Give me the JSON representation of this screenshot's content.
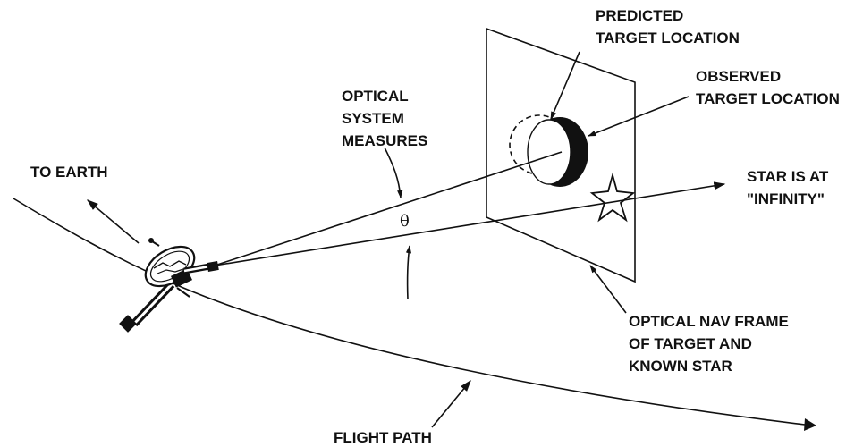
{
  "labels": {
    "predicted": [
      "PREDICTED",
      "TARGET LOCATION"
    ],
    "observed": [
      "OBSERVED",
      "TARGET LOCATION"
    ],
    "optical_system": [
      "OPTICAL",
      "SYSTEM",
      "MEASURES"
    ],
    "to_earth": "TO EARTH",
    "star": [
      "STAR IS AT",
      "\"INFINITY\""
    ],
    "theta": "θ",
    "nav_frame": [
      "OPTICAL NAV FRAME",
      "OF TARGET AND",
      "KNOWN STAR"
    ],
    "flight_path": "FLIGHT PATH"
  },
  "colors": {
    "ink": "#111111",
    "background": "#ffffff"
  }
}
